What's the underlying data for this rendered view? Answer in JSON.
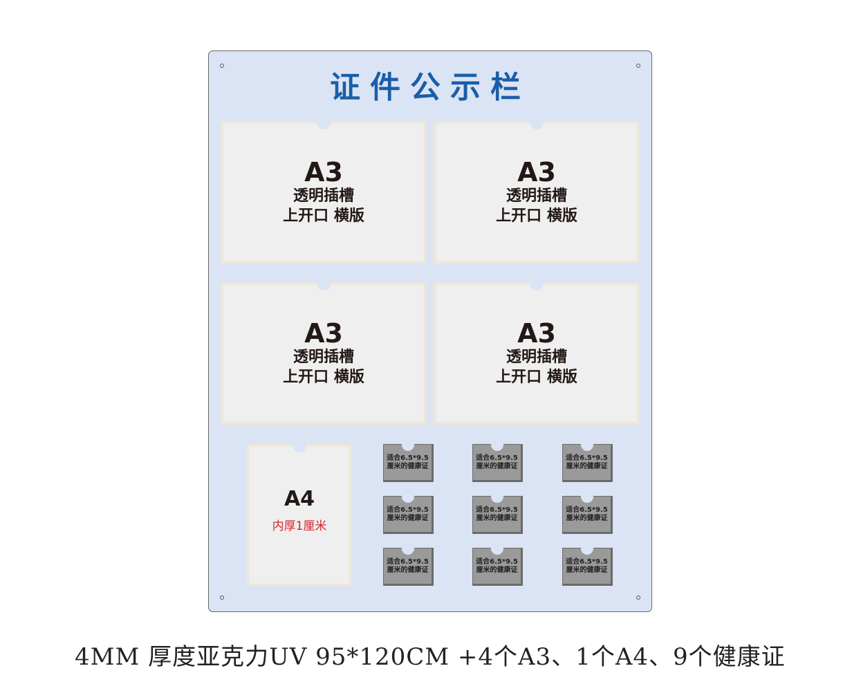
{
  "title": "证件公示栏",
  "a3_slots": [
    {
      "size": "A3",
      "line1": "透明插槽",
      "line2": "上开口 横版"
    },
    {
      "size": "A3",
      "line1": "透明插槽",
      "line2": "上开口 横版"
    },
    {
      "size": "A3",
      "line1": "透明插槽",
      "line2": "上开口 横版"
    },
    {
      "size": "A3",
      "line1": "透明插槽",
      "line2": "上开口 横版"
    }
  ],
  "a4_slot": {
    "size": "A4",
    "note": "内厚1厘米"
  },
  "card_text": {
    "line1": "适合6.5*9.5",
    "line2": "厘米的健康证"
  },
  "caption": "4MM 厚度亚克力UV 95*120CM +4个A3、1个A4、9个健康证"
}
